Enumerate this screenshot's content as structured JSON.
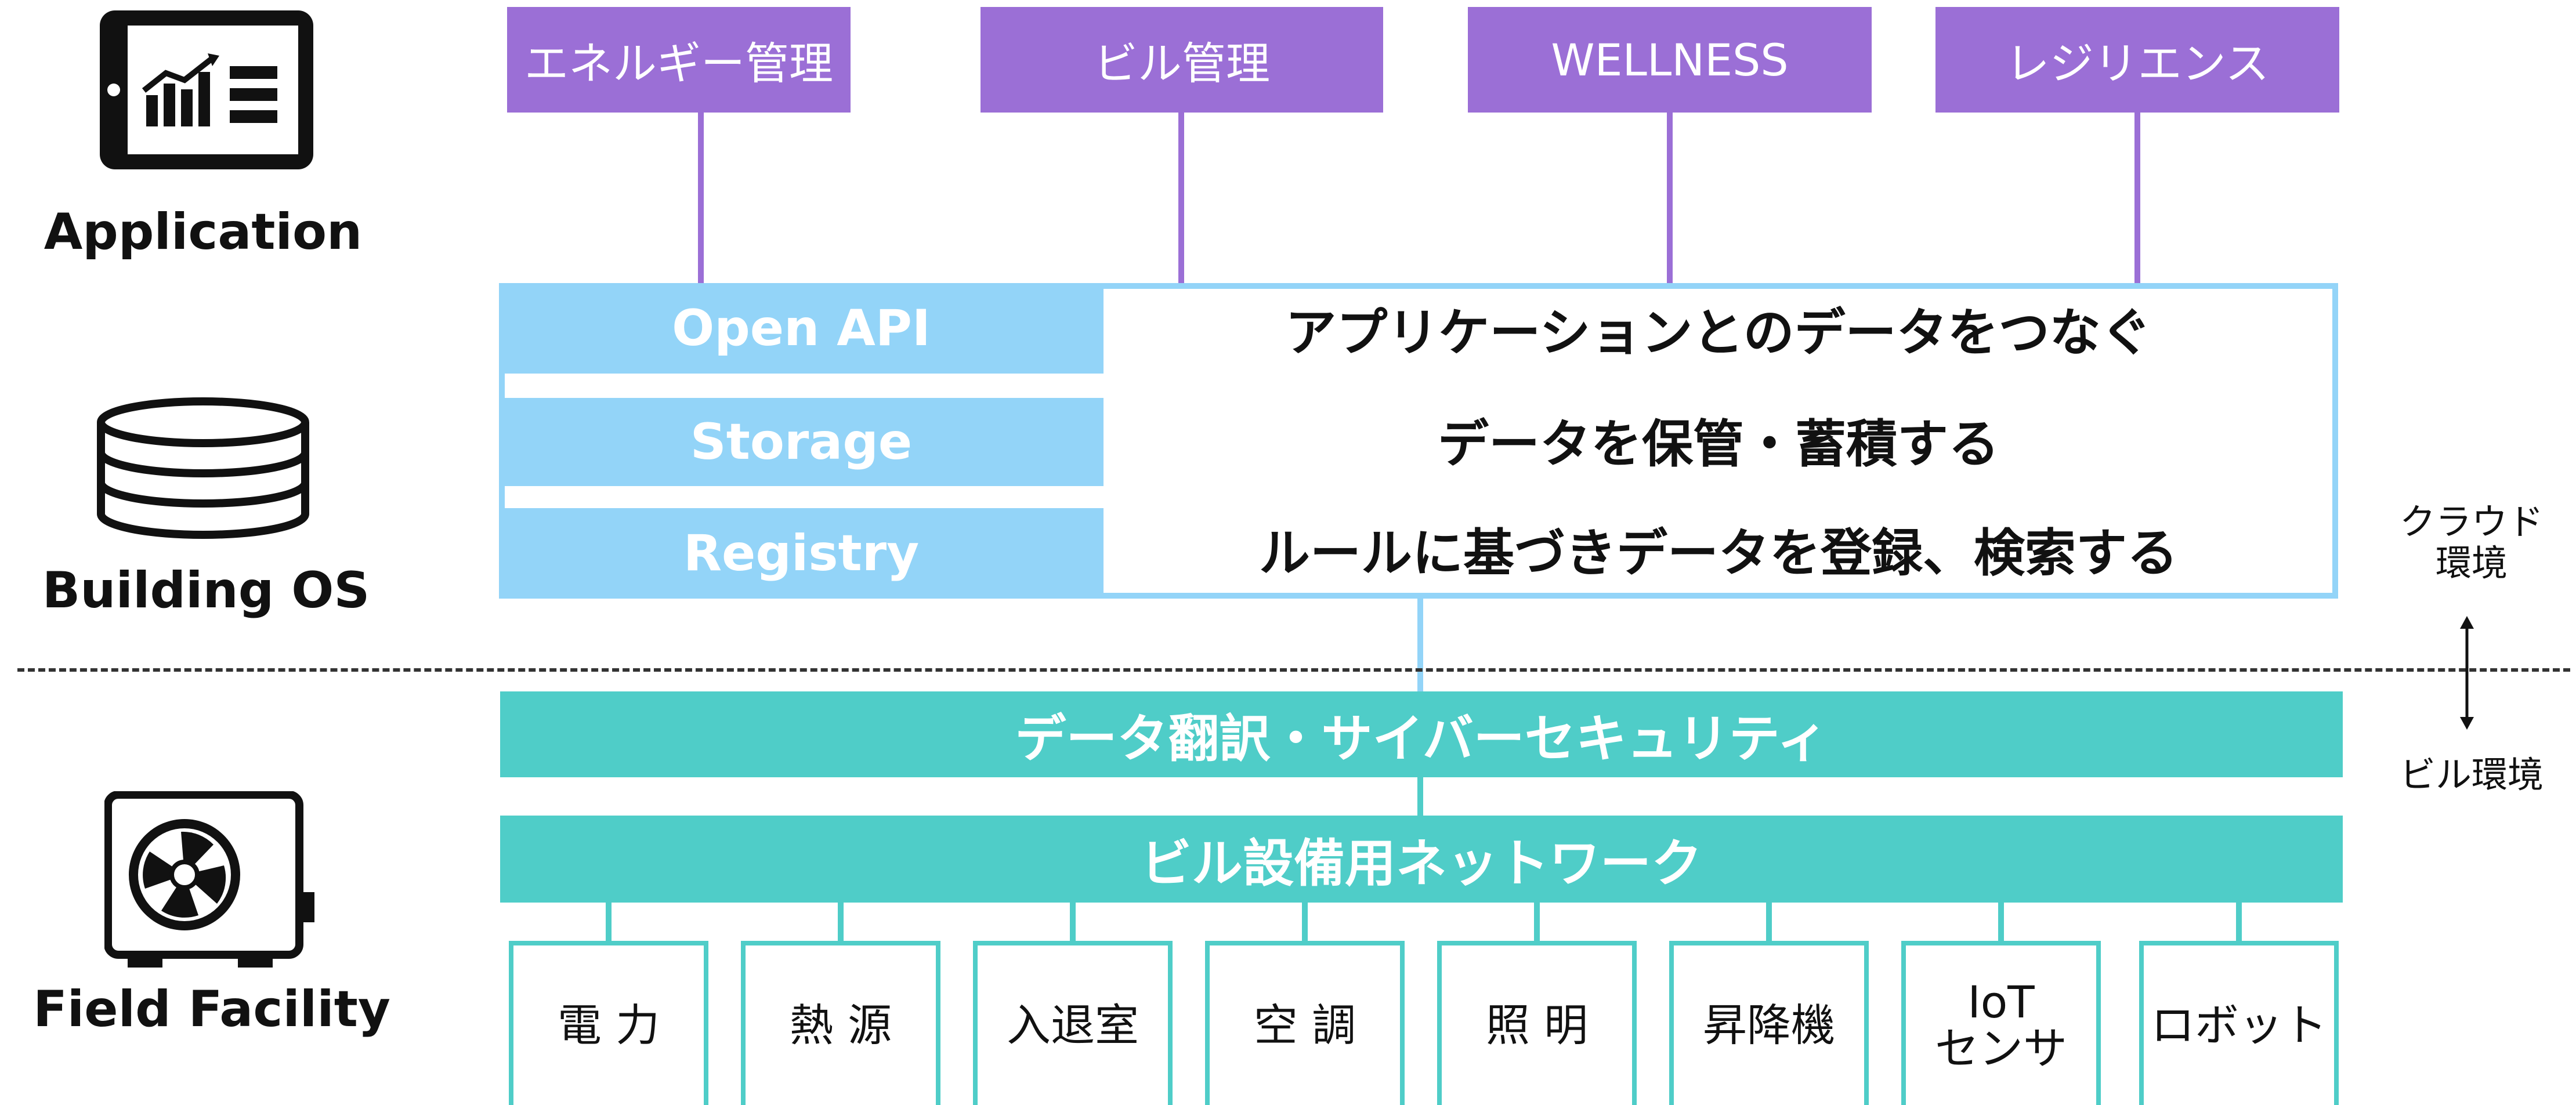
{
  "layers": {
    "application": "Application",
    "building_os": "Building OS",
    "field_facility": "Field Facility"
  },
  "apps": [
    "エネルギー管理",
    "ビル管理",
    "WELLNESS",
    "レジリエンス"
  ],
  "building_os": {
    "rows": [
      {
        "name": "Open API",
        "description": "アプリケーションとのデータをつなぐ"
      },
      {
        "name": "Storage",
        "description": "データを保管・蓄積する"
      },
      {
        "name": "Registry",
        "description": "ルールに基づきデータを登録、検索する"
      }
    ]
  },
  "boundary": {
    "cloud": "クラウド\n環境",
    "building": "ビル環境"
  },
  "field": {
    "translation_bar": "データ翻訳・サイバーセキュリティ",
    "network_bar": "ビル設備用ネットワーク",
    "devices": [
      "電 力",
      "熱 源",
      "入退室",
      "空 調",
      "照 明",
      "昇降機",
      "IoT\nセンサ",
      "ロボット"
    ]
  },
  "colors": {
    "application": "#9b6fd6",
    "building_os": "#93d4f8",
    "field": "#4fcdc8"
  },
  "icons": {
    "application": "tablet-chart-icon",
    "building_os": "database-icon",
    "field_facility": "air-conditioner-unit-icon"
  }
}
